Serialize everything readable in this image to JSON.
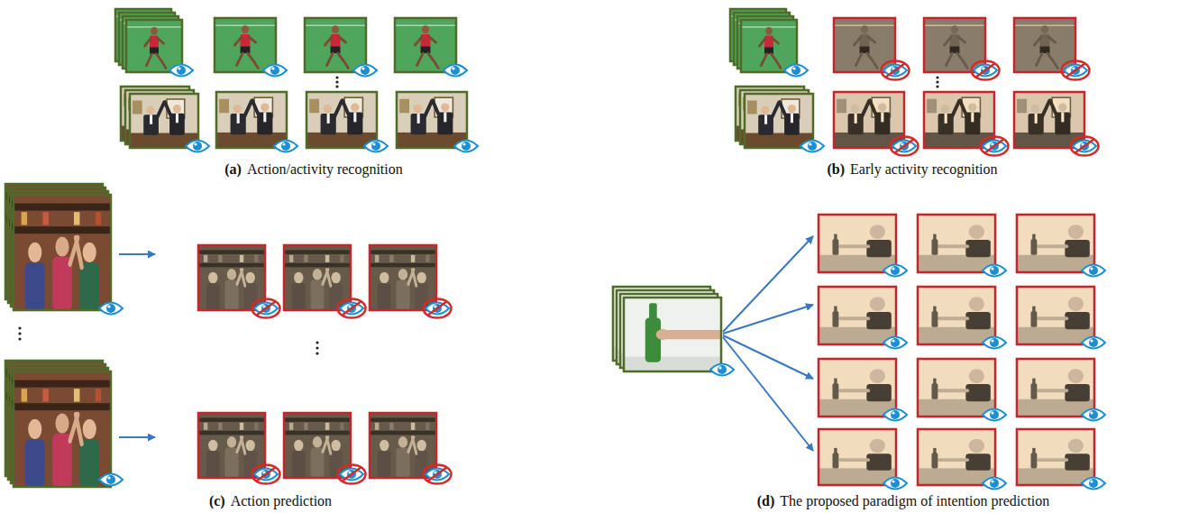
{
  "diagram": {
    "labels": [
      "(a)",
      "Action/activity recognition",
      "(b)",
      "Early activity recognition",
      "(c)",
      "Action prediction",
      "(d)",
      "The proposed paradigm of intention prediction"
    ]
  }
}
